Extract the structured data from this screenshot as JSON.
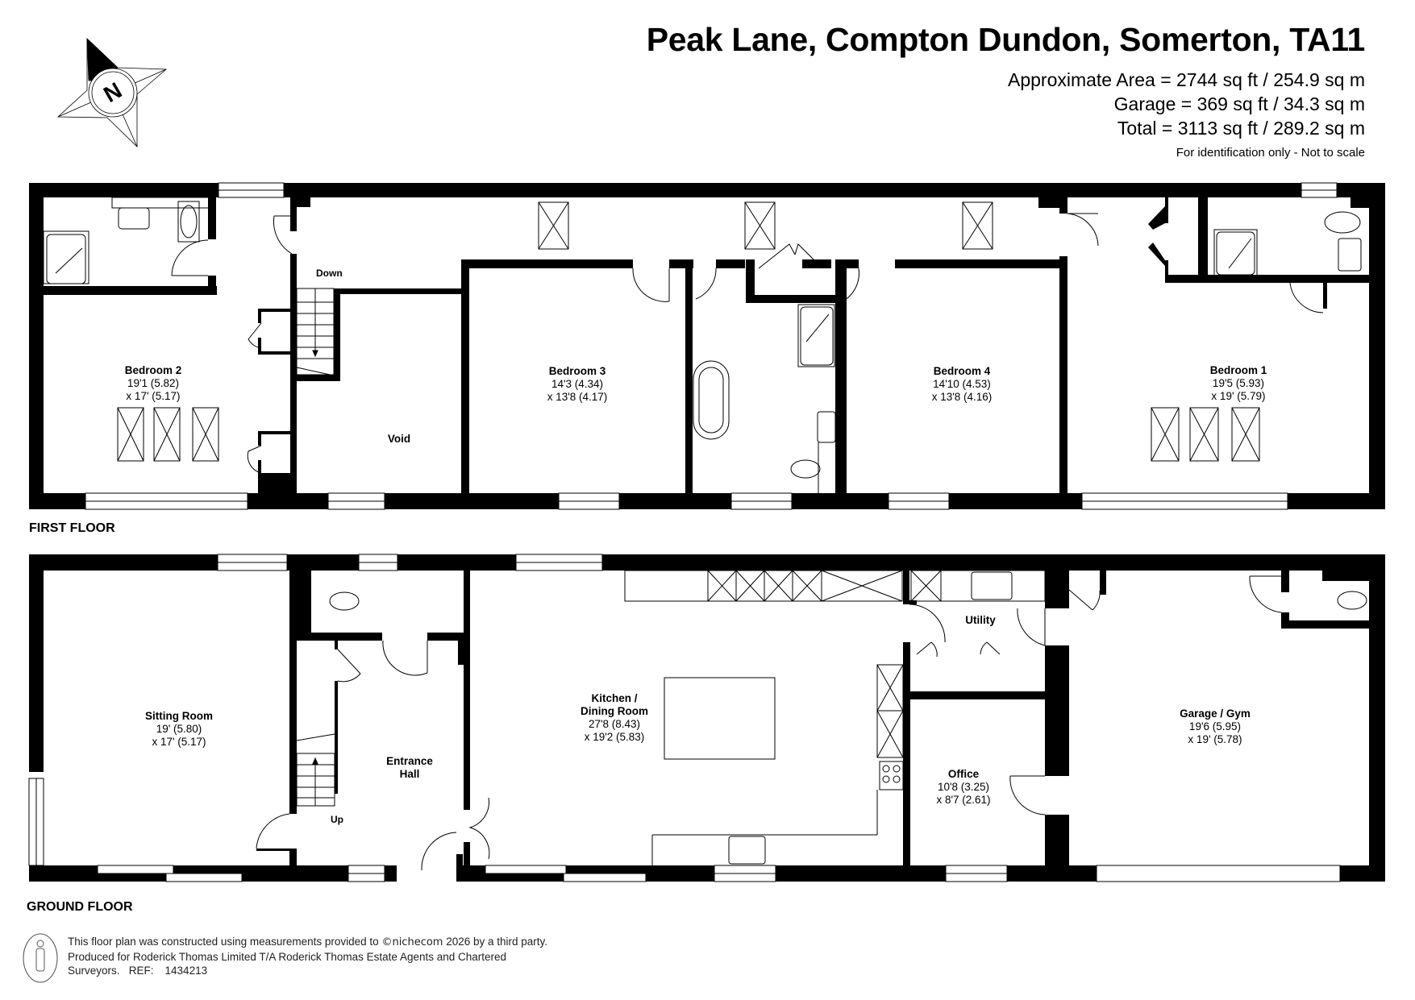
{
  "header": {
    "title": "Peak Lane, Compton Dundon, Somerton, TA11",
    "area_lines": [
      "Approximate Area = 2744 sq ft / 254.9 sq m",
      "Garage = 369 sq ft / 34.3 sq m",
      "Total = 3113 sq ft / 289.2 sq m"
    ],
    "disclaimer": "For identification only - Not to scale"
  },
  "compass": {
    "icon": "north-arrow-compass-icon",
    "letter": "N"
  },
  "first_floor": {
    "label": "FIRST FLOOR",
    "stair_label": "Down",
    "rooms": [
      {
        "name": "Bedroom 2",
        "dim1": "19'1 (5.82)",
        "dim2": "x 17' (5.17)"
      },
      {
        "name": "Void"
      },
      {
        "name": "Bedroom 3",
        "dim1": "14'3 (4.34)",
        "dim2": "x 13'8 (4.17)"
      },
      {
        "name": "Bedroom 4",
        "dim1": "14'10 (4.53)",
        "dim2": "x 13'8 (4.16)"
      },
      {
        "name": "Bedroom 1",
        "dim1": "19'5 (5.93)",
        "dim2": "x 19' (5.79)"
      }
    ]
  },
  "ground_floor": {
    "label": "GROUND FLOOR",
    "stair_label": "Up",
    "rooms": [
      {
        "name": "Sitting Room",
        "dim1": "19' (5.80)",
        "dim2": "x 17' (5.17)"
      },
      {
        "name": "Entrance",
        "name2": "Hall"
      },
      {
        "name": "Kitchen /",
        "name2": "Dining Room",
        "dim1": "27'8 (8.43)",
        "dim2": "x 19'2 (5.83)"
      },
      {
        "name": "Utility"
      },
      {
        "name": "Office",
        "dim1": "10'8 (3.25)",
        "dim2": "x 8'7 (2.61)"
      },
      {
        "name": "Garage / Gym",
        "dim1": "19'6 (5.95)",
        "dim2": "x 19' (5.78)"
      }
    ]
  },
  "footer": {
    "icon": "person-scale-icon",
    "line1_pre": "This floor plan was constructed using measurements provided to ",
    "brand": "©nichecom",
    "line1_post": " 2026 by a third party.",
    "line2": "Produced for Roderick Thomas Limited T/A Roderick Thomas Estate Agents and Chartered",
    "line3": "Surveyors.   REF:",
    "ref": "1434213"
  }
}
